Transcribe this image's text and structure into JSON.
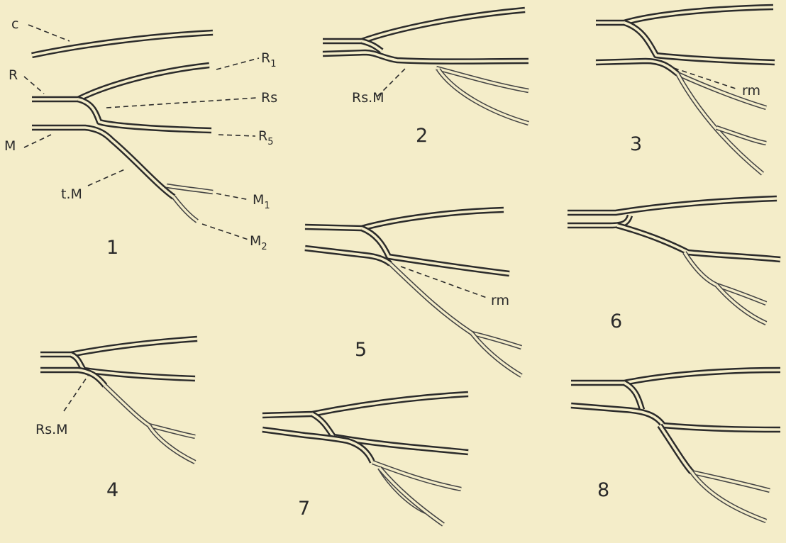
{
  "figure": {
    "panels": [
      {
        "number": "1",
        "labels": {
          "c": "c",
          "r": "R",
          "m": "M",
          "r1": "R",
          "r1_sub": "1",
          "rs": "Rs",
          "r5": "R",
          "r5_sub": "5",
          "tm": "t.M",
          "m1": "M",
          "m1_sub": "1",
          "m2": "M",
          "m2_sub": "2"
        }
      },
      {
        "number": "2",
        "labels": {
          "rsm": "Rs.M"
        }
      },
      {
        "number": "3",
        "labels": {
          "rm": "rm"
        }
      },
      {
        "number": "4",
        "labels": {
          "rsm": "Rs.M"
        }
      },
      {
        "number": "5",
        "labels": {
          "rm": "rm"
        }
      },
      {
        "number": "6",
        "labels": {}
      },
      {
        "number": "7",
        "labels": {}
      },
      {
        "number": "8",
        "labels": {}
      }
    ]
  },
  "colors": {
    "background": "#f4edc9",
    "ink": "#2b2b2b"
  }
}
